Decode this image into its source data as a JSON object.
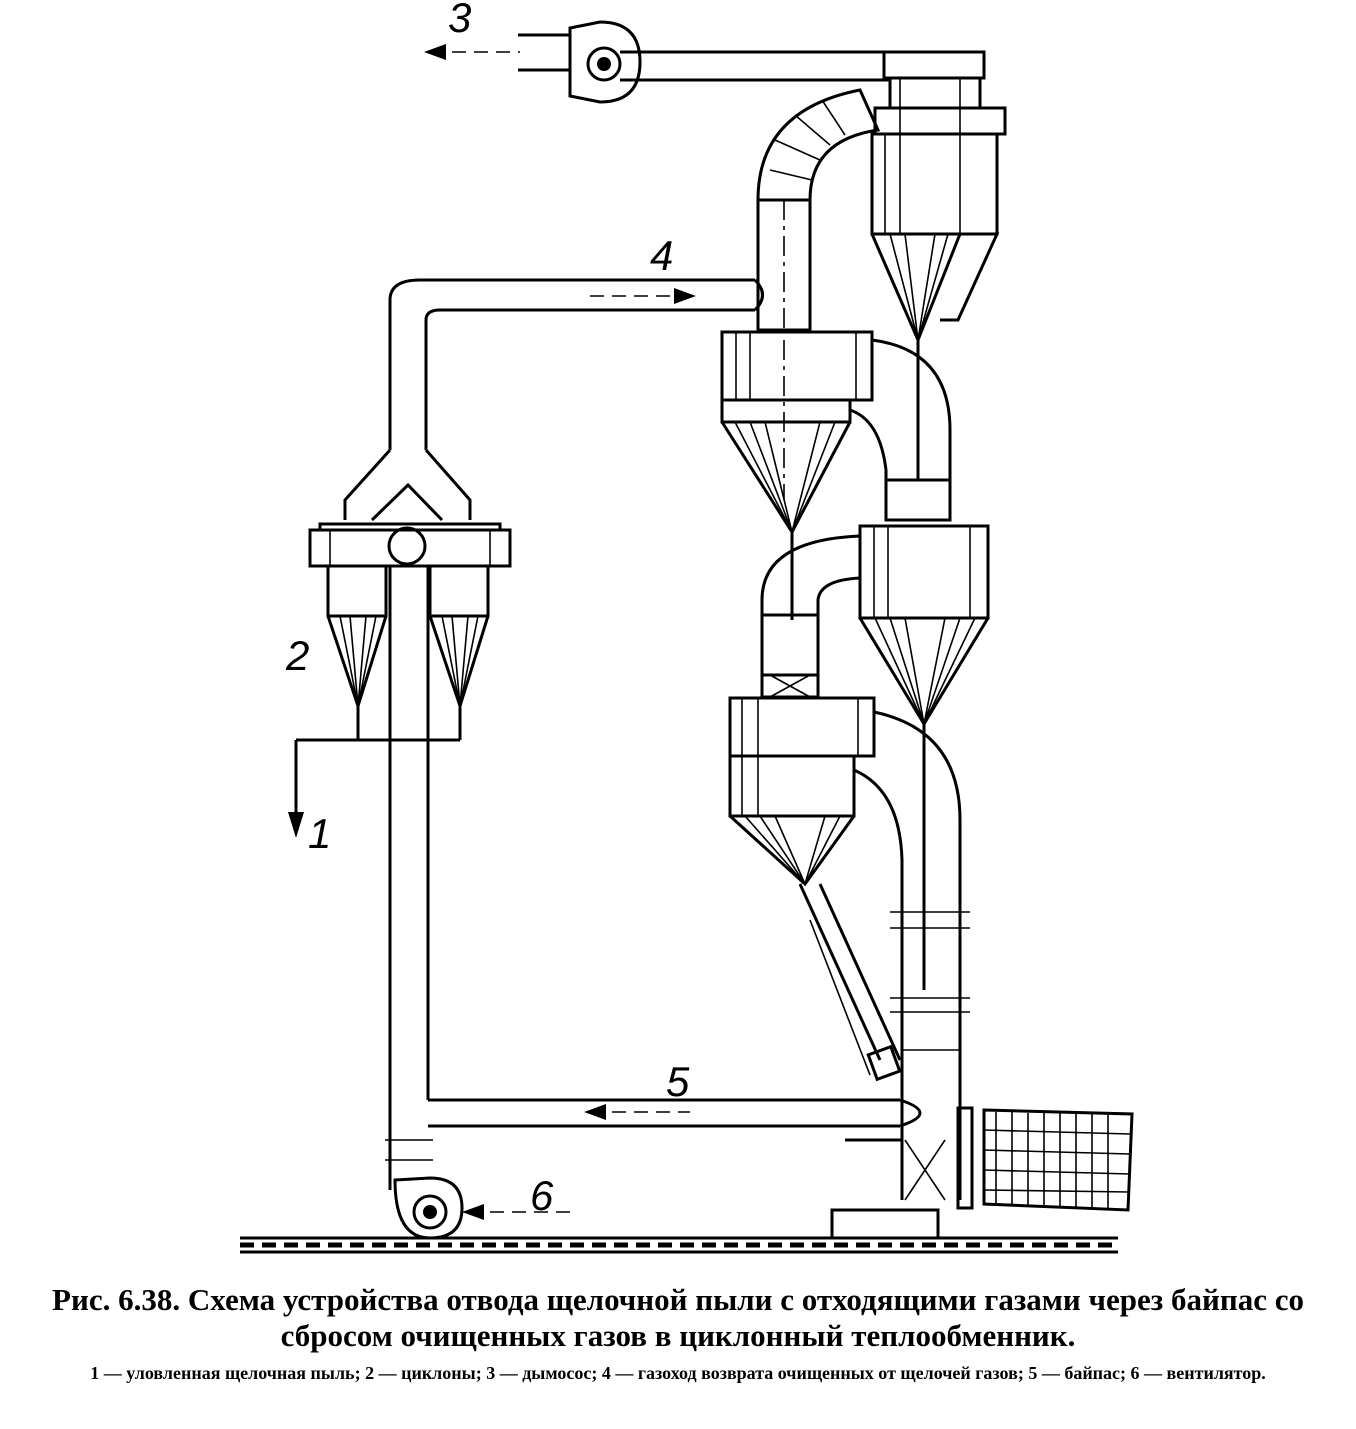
{
  "figure": {
    "labels": {
      "l1": "1",
      "l2": "2",
      "l3": "3",
      "l4": "4",
      "l5": "5",
      "l6": "6"
    }
  },
  "caption": {
    "title": "Рис. 6.38. Схема устройства отвода щелочной пыли с отходящими газами через байпас со сбросом очищенных газов в циклонный теплообменник.",
    "legend": "1 — уловленная щелочная пыль; 2 — циклоны; 3 — дымосос; 4 — газоход возврата очищенных от щелочей газов; 5 — байпас; 6 — вентилятор."
  }
}
